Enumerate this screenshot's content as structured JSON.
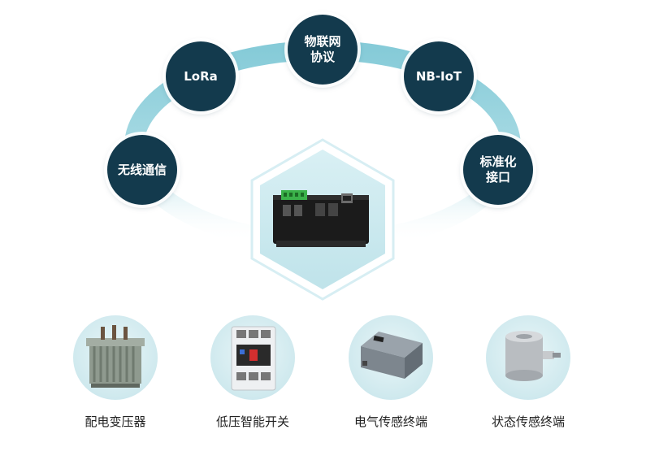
{
  "center_device": {
    "icon": "gateway-device-icon"
  },
  "ring_nodes": [
    {
      "label": "无线通信"
    },
    {
      "label": "LoRa"
    },
    {
      "label": "物联网\n协议"
    },
    {
      "label": "NB-IoT"
    },
    {
      "label": "标准化\n接口"
    }
  ],
  "devices": [
    {
      "label": "配电变压器",
      "icon": "transformer-icon"
    },
    {
      "label": "低压智能开关",
      "icon": "circuit-breaker-icon"
    },
    {
      "label": "电气传感终端",
      "icon": "sensor-terminal-icon"
    },
    {
      "label": "状态传感终端",
      "icon": "load-cell-icon"
    }
  ],
  "colors": {
    "node": "#133a4d",
    "ring": "#7cc6d4",
    "hexagon": "#c9e8ef"
  }
}
